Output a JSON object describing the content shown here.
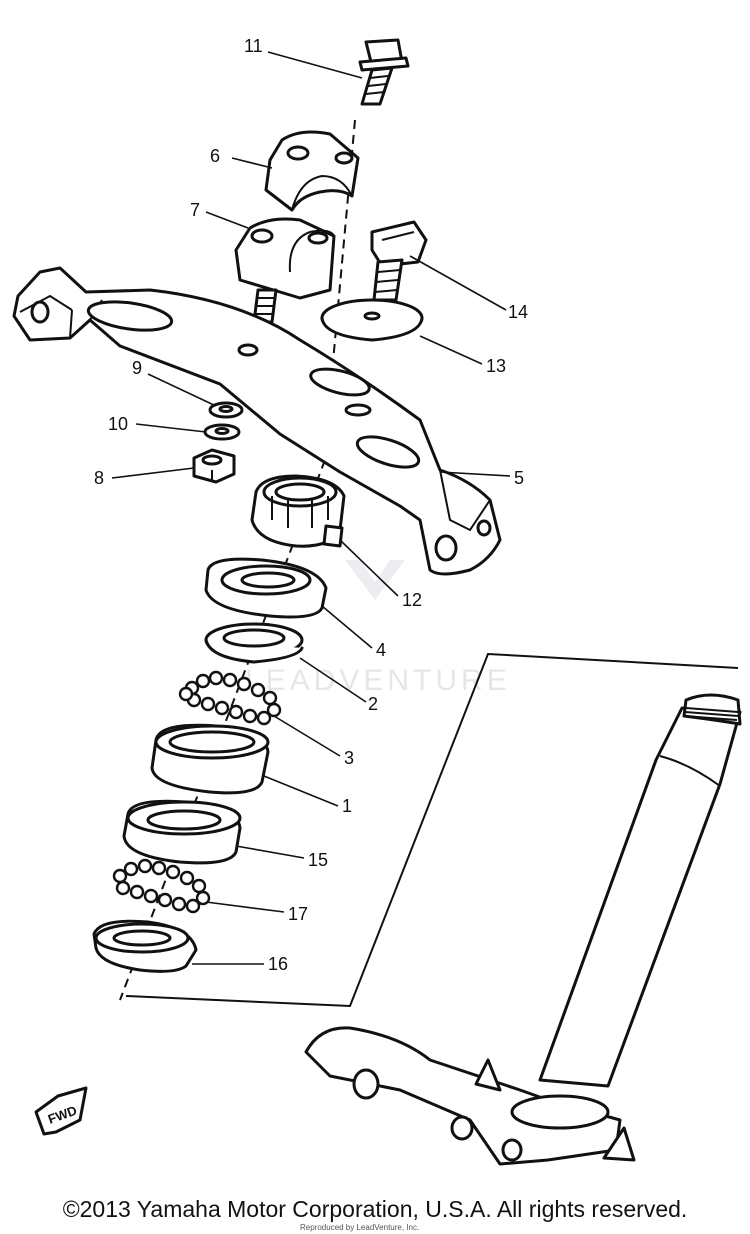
{
  "callouts": {
    "c1": "1",
    "c2": "2",
    "c3": "3",
    "c4": "4",
    "c5": "5",
    "c6": "6",
    "c7": "7",
    "c8": "8",
    "c9": "9",
    "c10": "10",
    "c11": "11",
    "c12": "12",
    "c13": "13",
    "c14": "14",
    "c15": "15",
    "c16": "16",
    "c17": "17"
  },
  "fwd_badge": "FWD",
  "watermark": "LEADVENTURE",
  "copyright": "©2013 Yamaha Motor Corporation, U.S.A. All rights reserved.",
  "copyright_sub": "Reproduced by LeadVenture, Inc.",
  "colors": {
    "ink": "#111111",
    "paper": "#ffffff",
    "watermark": "#d9dde2"
  }
}
